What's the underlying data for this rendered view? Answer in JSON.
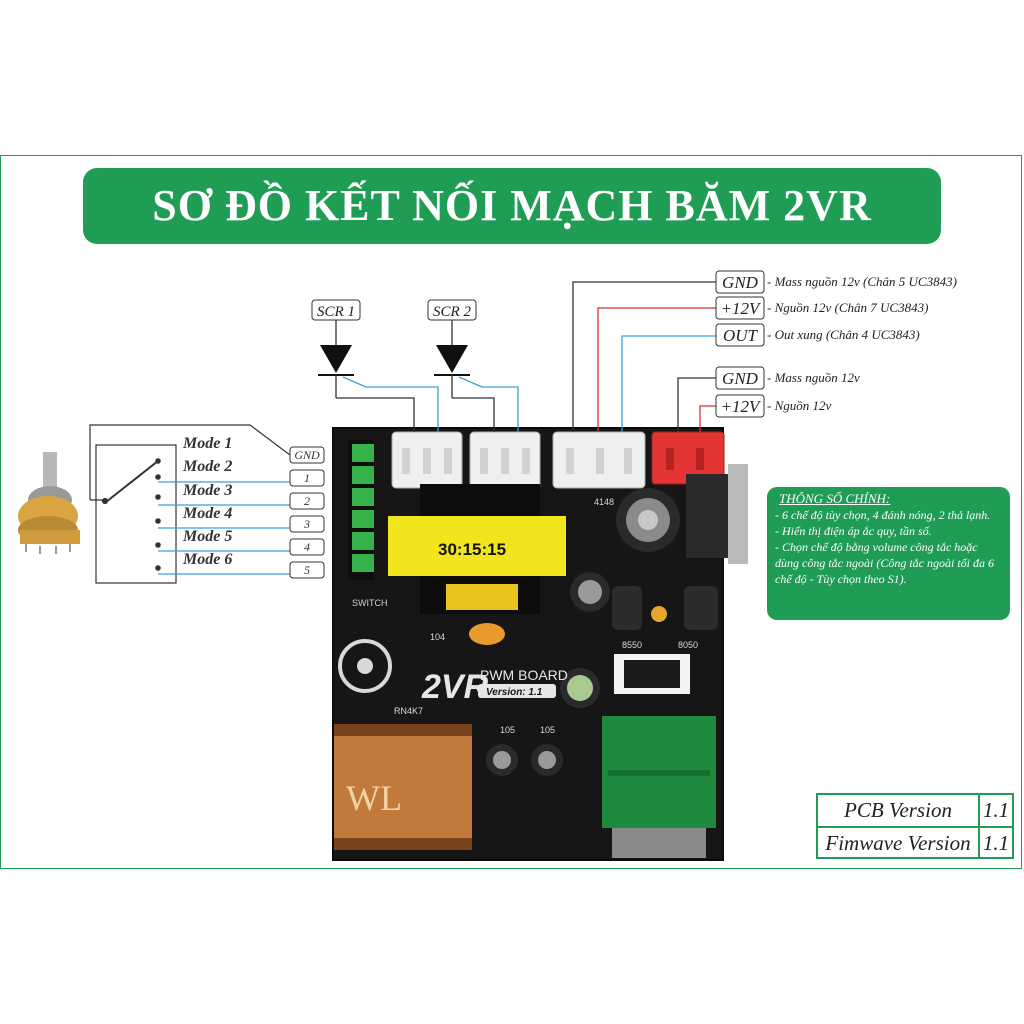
{
  "title": "SƠ ĐỒ KẾT NỐI MẠCH BĂM 2VR",
  "scr_labels": [
    "SCR 1",
    "SCR 2"
  ],
  "connector_top": [
    {
      "tag": "GND",
      "desc": "- Mass nguồn 12v (Chân 5 UC3843)"
    },
    {
      "tag": "+12V",
      "desc": "- Nguồn 12v (Chân 7 UC3843)"
    },
    {
      "tag": "OUT",
      "desc": "- Out xung (Chân 4 UC3843)"
    }
  ],
  "connector_power": [
    {
      "tag": "GND",
      "desc": "- Mass nguồn 12v"
    },
    {
      "tag": "+12V",
      "desc": "- Nguồn 12v"
    }
  ],
  "modes": [
    "Mode 1",
    "Mode 2",
    "Mode 3",
    "Mode 4",
    "Mode 5",
    "Mode 6"
  ],
  "switch_pins": [
    "GND",
    "1",
    "2",
    "3",
    "4",
    "5"
  ],
  "specs": {
    "heading": "THÔNG SỐ CHÍNH:",
    "items": [
      "- 6 chế độ tùy chọn, 4 đánh nóng, 2 thả lạnh.",
      "- Hiển thị điện áp ắc quy, tần số.",
      "- Chọn chế độ bằng volume công tắc hoặc dùng công tắc ngoài (Công tắc ngoài tối đa 6 chế độ - Tùy chọn theo S1)."
    ]
  },
  "versions": [
    {
      "name": "PCB Version",
      "value": "1.1"
    },
    {
      "name": "Fimwave Version",
      "value": "1.1"
    }
  ],
  "board": {
    "transformer_label": "30:15:15",
    "brand": "2VR",
    "board_name": "PWM BOARD",
    "board_version": "Version: 1.1",
    "switch_label": "SWITCH",
    "rn_label": "RN4K7",
    "cap_label": "104",
    "cap1_label": "105",
    "cap2_label": "105",
    "ic1_label": "8550",
    "ic2_label": "8050",
    "diode_label": "4148",
    "coil_label": "WL"
  },
  "colors": {
    "green": "#1f9d55",
    "wire_blue": "#3aa0d8",
    "wire_red": "#e0302a",
    "wire_dark": "#222222",
    "pcb": "#161616"
  }
}
